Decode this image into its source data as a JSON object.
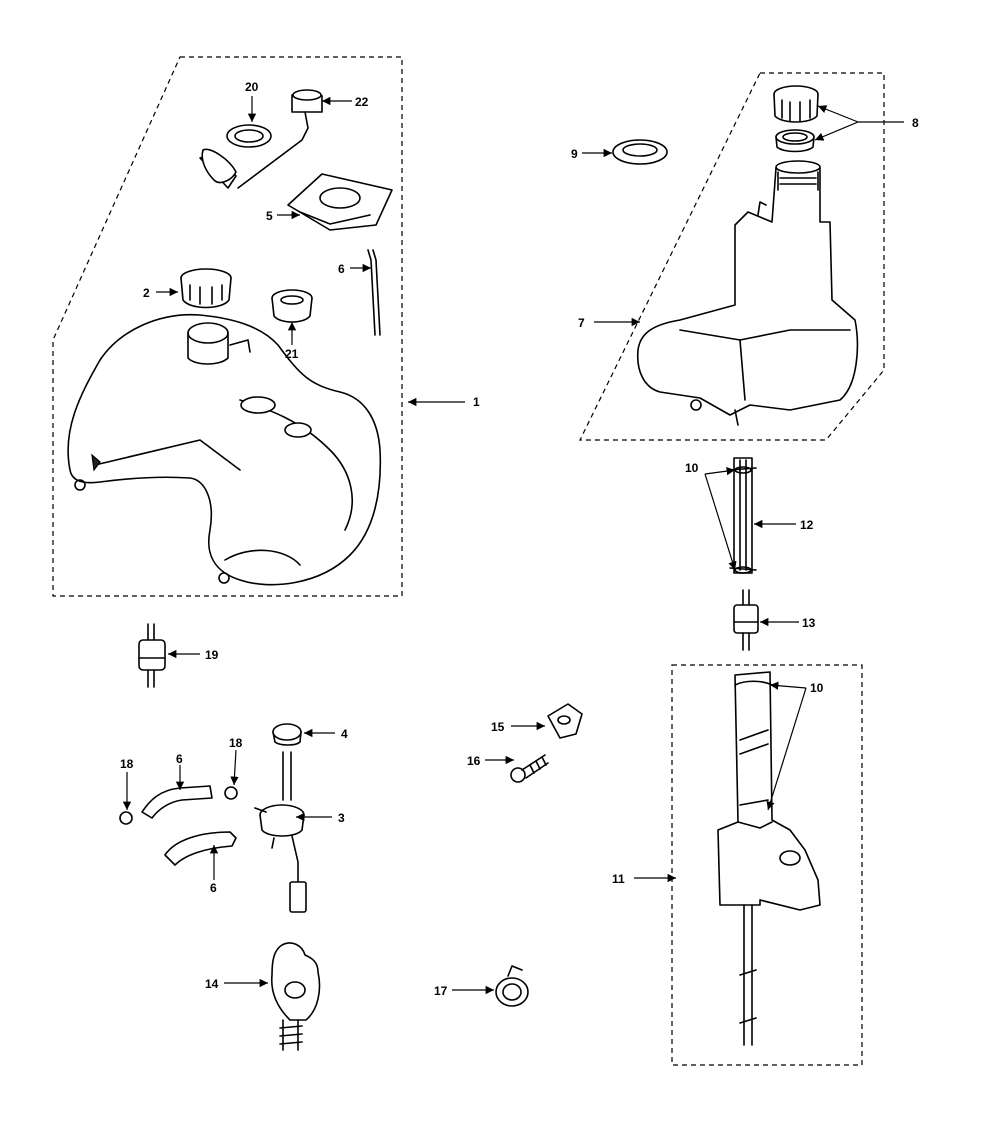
{
  "callouts": [
    {
      "id": "p1",
      "label": "1"
    },
    {
      "id": "p2",
      "label": "2"
    },
    {
      "id": "p3",
      "label": "3"
    },
    {
      "id": "p4",
      "label": "4"
    },
    {
      "id": "p5",
      "label": "5"
    },
    {
      "id": "p6a",
      "label": "6"
    },
    {
      "id": "p6b",
      "label": "6"
    },
    {
      "id": "p6c",
      "label": "6"
    },
    {
      "id": "p7",
      "label": "7"
    },
    {
      "id": "p8",
      "label": "8"
    },
    {
      "id": "p9",
      "label": "9"
    },
    {
      "id": "p10a",
      "label": "10"
    },
    {
      "id": "p10b",
      "label": "10"
    },
    {
      "id": "p11",
      "label": "11"
    },
    {
      "id": "p12",
      "label": "12"
    },
    {
      "id": "p13",
      "label": "13"
    },
    {
      "id": "p14",
      "label": "14"
    },
    {
      "id": "p15",
      "label": "15"
    },
    {
      "id": "p16",
      "label": "16"
    },
    {
      "id": "p17",
      "label": "17"
    },
    {
      "id": "p18a",
      "label": "18"
    },
    {
      "id": "p18b",
      "label": "18"
    },
    {
      "id": "p19",
      "label": "19"
    },
    {
      "id": "p20",
      "label": "20"
    },
    {
      "id": "p21",
      "label": "21"
    },
    {
      "id": "p22",
      "label": "22"
    }
  ],
  "colors": {
    "line": "#000000",
    "background": "#ffffff"
  }
}
